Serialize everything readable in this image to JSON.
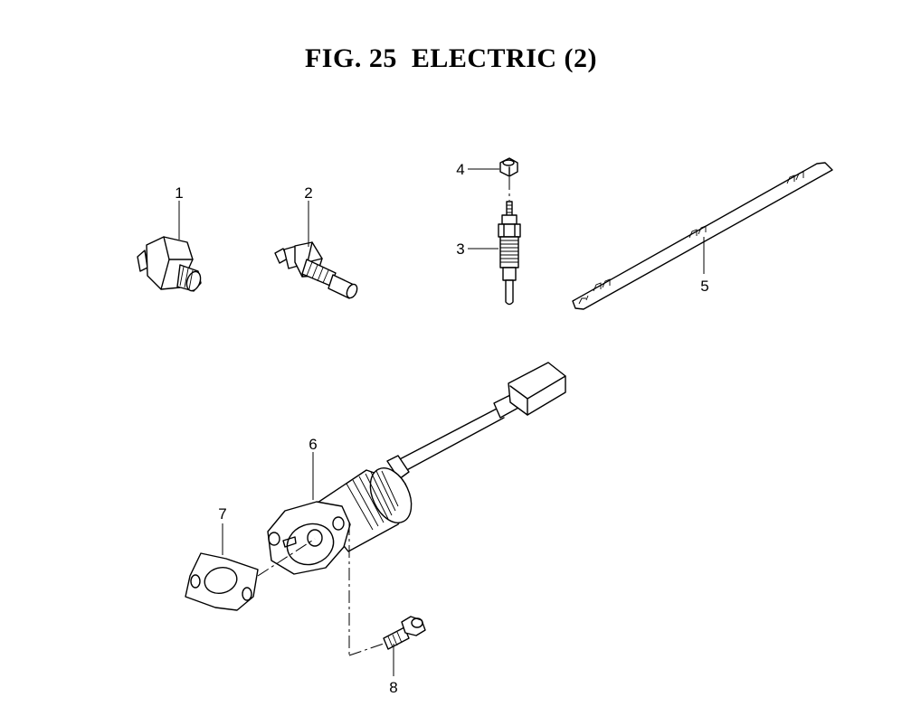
{
  "title": "FIG. 25  ELECTRIC (2)",
  "callouts": [
    "1",
    "2",
    "3",
    "4",
    "5",
    "6",
    "7",
    "8"
  ]
}
